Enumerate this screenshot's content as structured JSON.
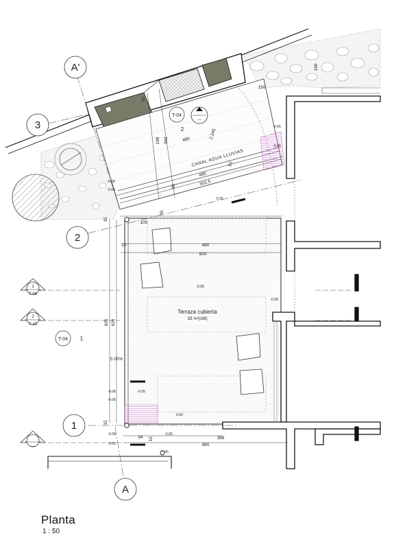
{
  "title": "Planta",
  "scale": "1 : 50",
  "grid": {
    "top": "A'",
    "bottom": "A",
    "row3": "3",
    "row2": "2",
    "row1": "1"
  },
  "room": {
    "name": "Terraza cubierta",
    "area": "33 m²(útil)"
  },
  "channel_label": "CANAL AGUA LLUVIAS",
  "slope": "5.00%",
  "sections": {
    "s1": {
      "num": "1",
      "sheet": "T-05"
    },
    "s2": {
      "num": "2",
      "sheet": "T-10"
    },
    "s3": {
      "num": "",
      "sheet": "----"
    }
  },
  "refs": {
    "detail_top": {
      "sheet": "T-04",
      "num": "2",
      "code": "---"
    },
    "left_ref": {
      "sheet": "T-04",
      "num": "1"
    }
  },
  "dims": {
    "d150": "150",
    "d180": "180",
    "d70": "70",
    "d198": "198",
    "d360": "360",
    "d480_top": "480",
    "d2_245": "2.245",
    "d495": "495",
    "d50": "50",
    "d5025": "502.5",
    "d80": "80",
    "d100": "100",
    "d35": "35",
    "d20": "20",
    "d480_mid": "480",
    "d500": "500",
    "d605": "605",
    "d626": "626",
    "d15a": "15",
    "d15b": "15",
    "d94": "94",
    "d10": "10",
    "d386": "386",
    "d480_bot": "480"
  },
  "levels": {
    "l1": "-0.06",
    "l2": "-0.06",
    "l3": "-0.06",
    "l4": "-0.05",
    "l5": "-0.06",
    "l6": "-0.05",
    "l7": "-0.05",
    "l8": "-0.06",
    "l9": "-0.05",
    "l10": "-0.06",
    "l11": "0.00",
    "l12": "-0.05",
    "l13": "-0.05",
    "l14": "-0.05",
    "l15": "-0.05"
  }
}
